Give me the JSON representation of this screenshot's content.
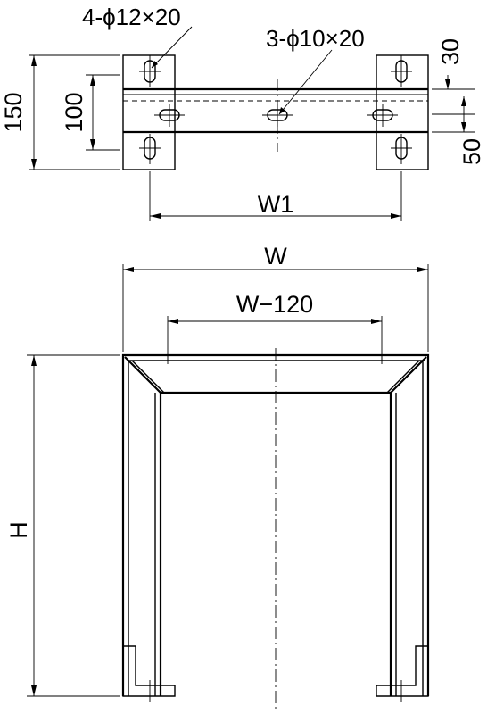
{
  "top_view": {
    "hole_callout_outer": "4-ϕ12×20",
    "hole_callout_center": "3-ϕ10×20",
    "dim_overall_height": "150",
    "dim_inner_height": "100",
    "dim_top_offset": "30",
    "dim_bottom_offset": "50",
    "dim_w1": "W1"
  },
  "front_view": {
    "dim_width": "W",
    "dim_inner_span": "W−120",
    "dim_height": "H"
  }
}
